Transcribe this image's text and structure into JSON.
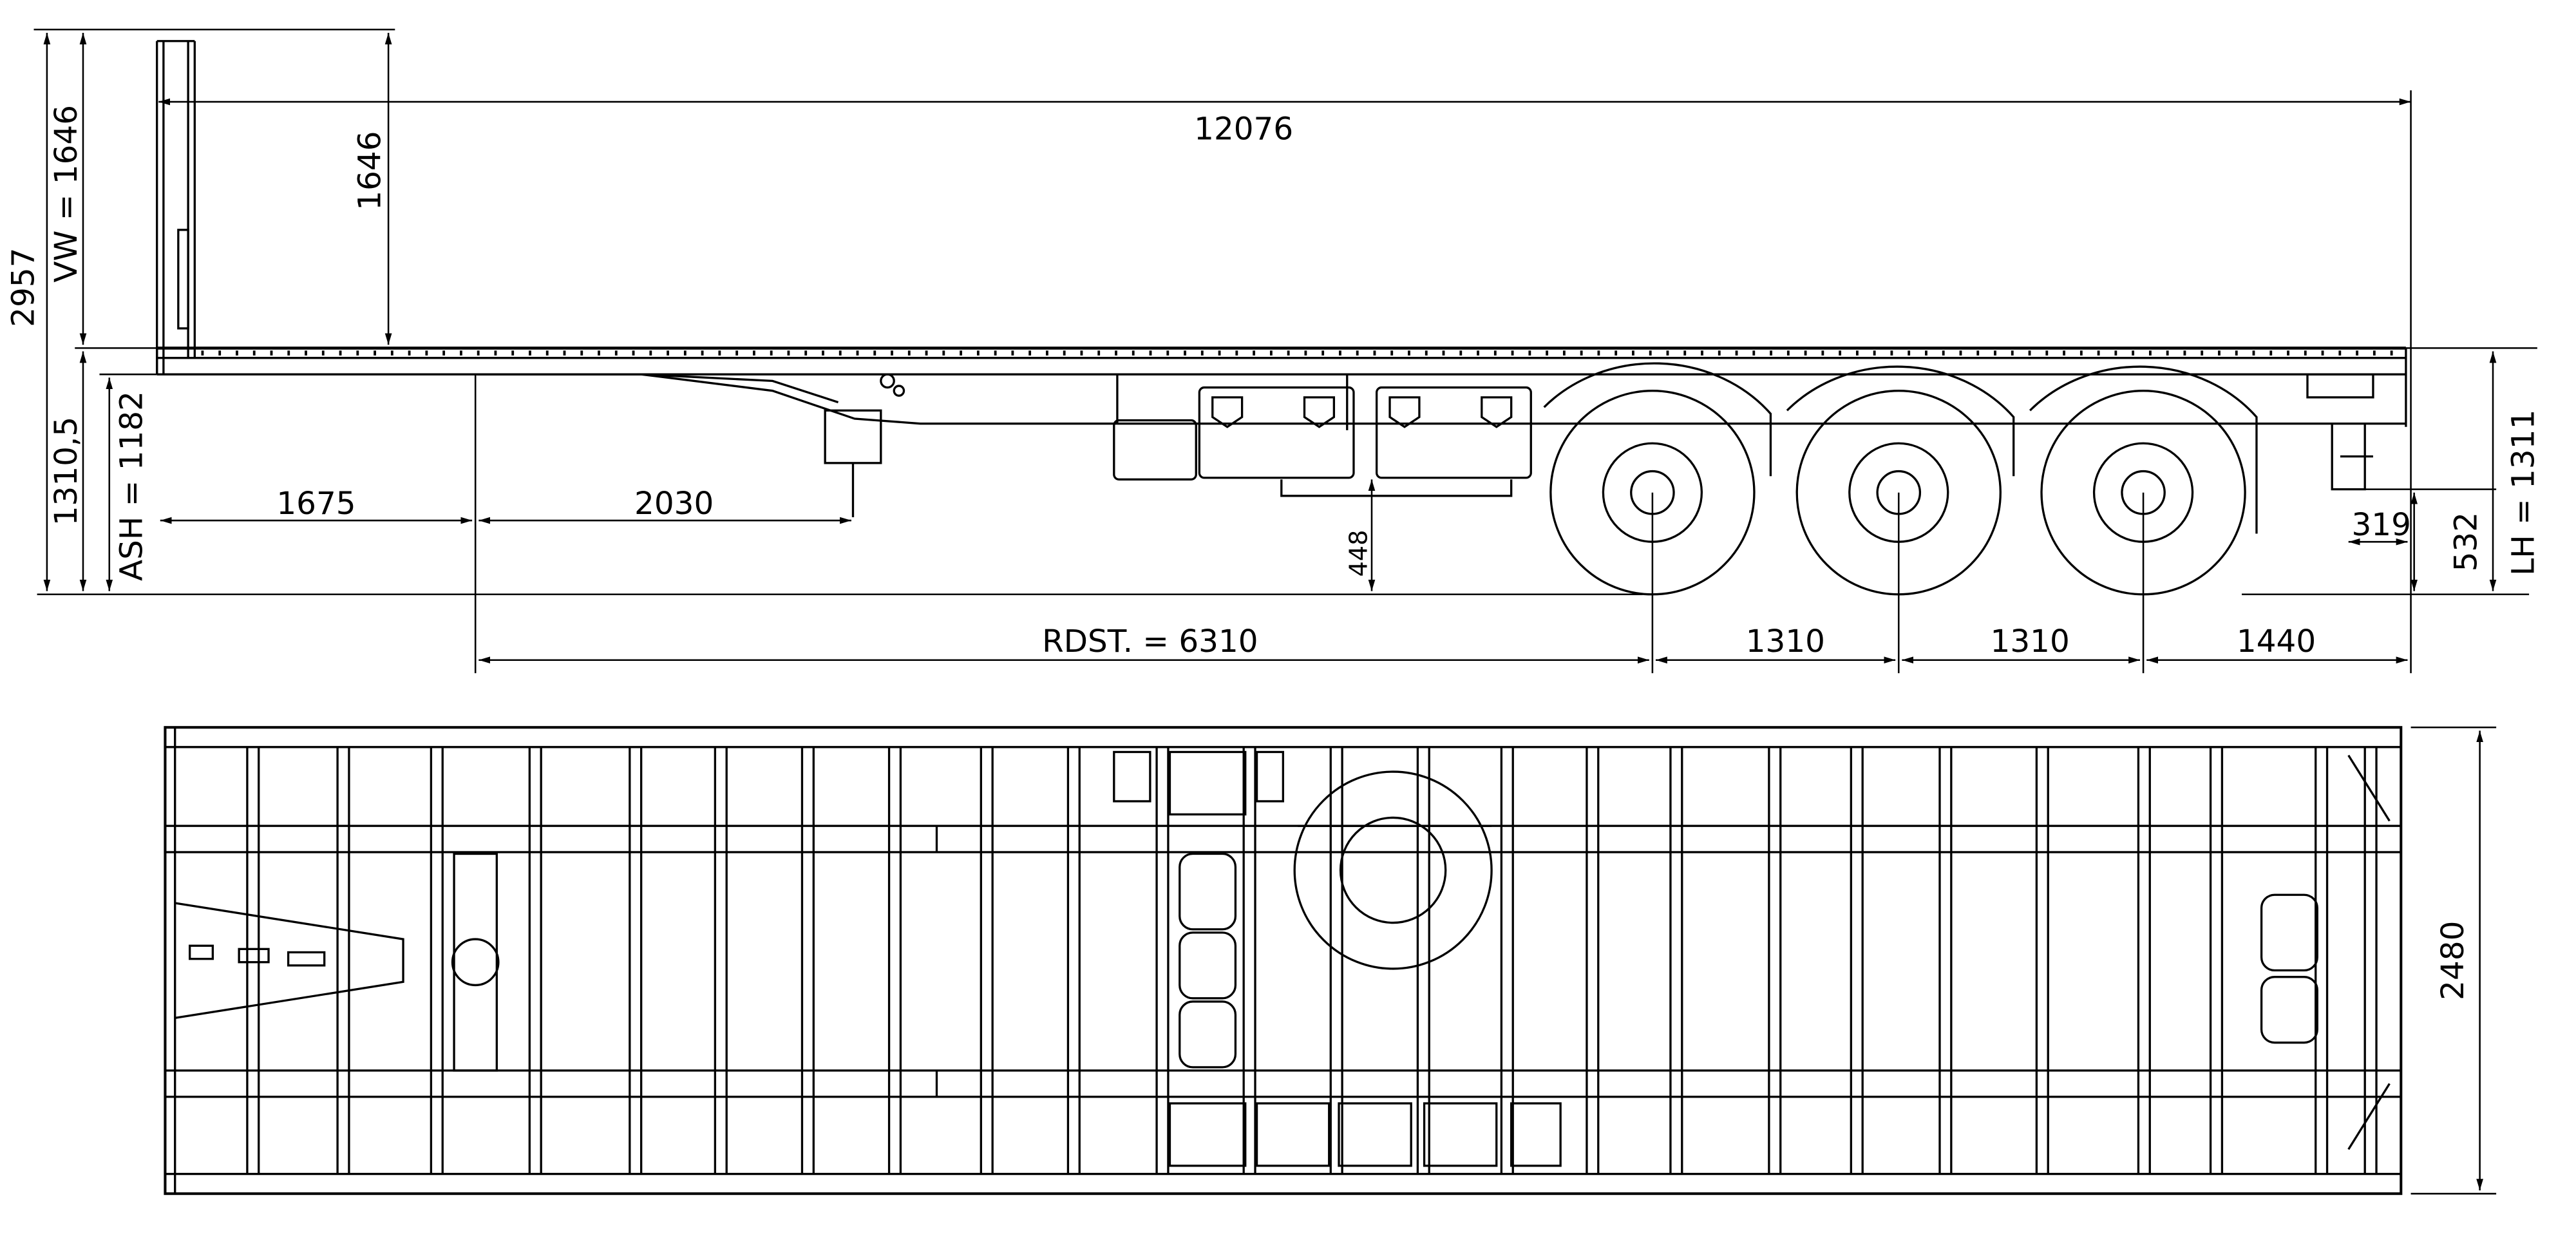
{
  "side_view": {
    "overall_length": "12076",
    "overall_height": "2957",
    "front_wall_height": "VW = 1646",
    "stake_height": "1646",
    "deck_height": "1310,5",
    "kingpin_height": "ASH = 1182",
    "kingpin_to_front": "1675",
    "kingpin_to_landing_gear": "2030",
    "rear_height": "LH = 1311",
    "toolbox_clearance": "448",
    "wheelbase": "RDST. = 6310",
    "axle_spacing_1": "1310",
    "axle_spacing_2": "1310",
    "rear_overhang": "1440",
    "rear_bumper_height": "532",
    "rear_bumper_offset": "319"
  },
  "top_view": {
    "overall_width": "2480"
  }
}
